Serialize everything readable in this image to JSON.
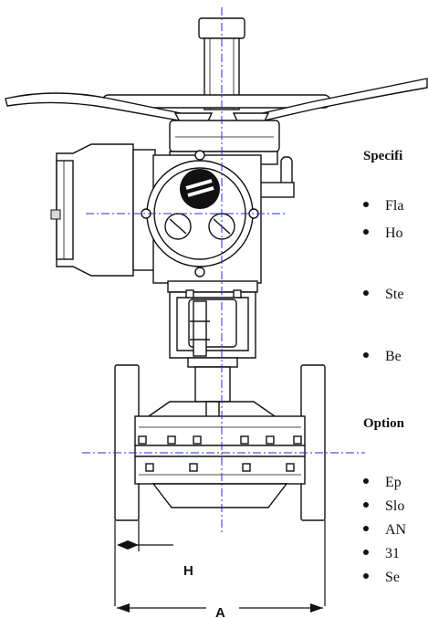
{
  "dimensions": {
    "h_label": "H",
    "a_label": "A"
  },
  "panel": {
    "specs_heading": "Specifi",
    "spec_items": [
      {
        "text": "Fla"
      },
      {
        "text": "Ho"
      },
      {
        "text": "Ste"
      },
      {
        "text": "Be"
      }
    ],
    "options_heading": "Option",
    "option_items": [
      {
        "text": "Ep"
      },
      {
        "text": "Slo"
      },
      {
        "text": "AN"
      },
      {
        "text": "31"
      },
      {
        "text": "Se"
      }
    ]
  }
}
